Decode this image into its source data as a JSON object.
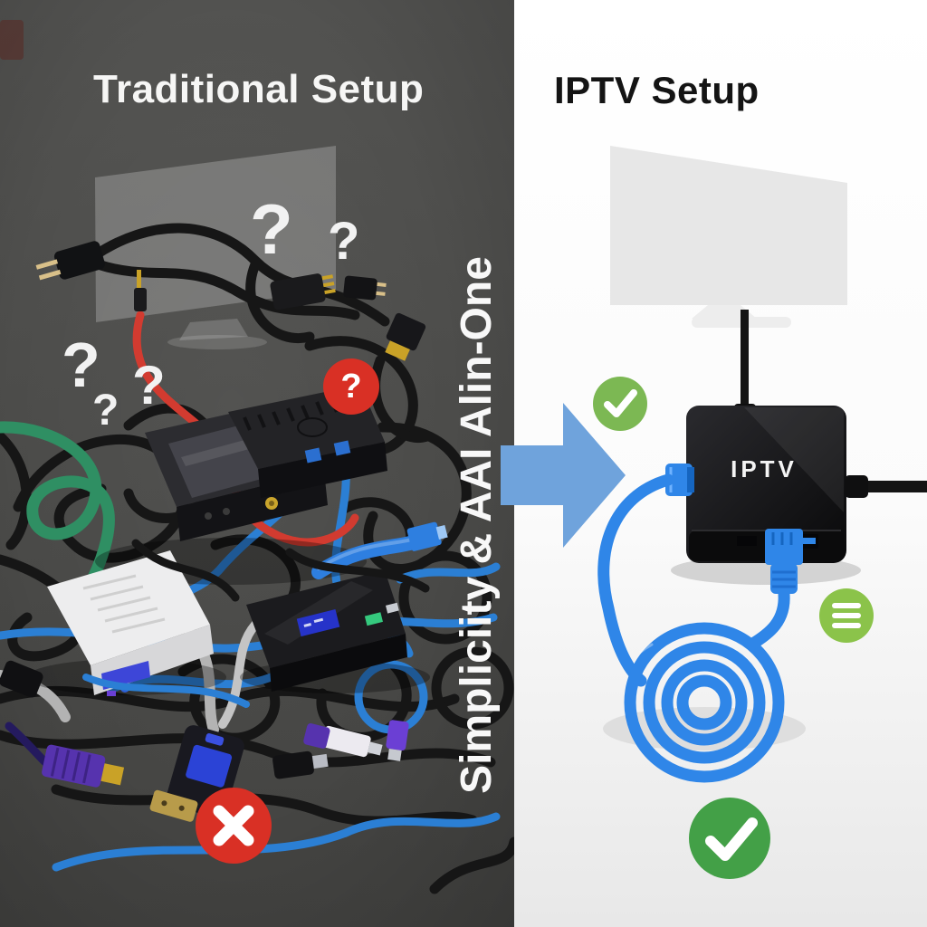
{
  "left_panel": {
    "title": "Traditional Setup",
    "qmarks": [
      "?",
      "?",
      "?",
      "?",
      "?"
    ],
    "question_badge_char": "?",
    "error_badge": {
      "icon": "x-icon",
      "color": "#d93025"
    },
    "question_badge": {
      "icon": "question-icon",
      "color": "#d93025"
    },
    "illustration": {
      "tv": "tv-silhouette",
      "devices": [
        "cable-receiver-box",
        "vented-receiver-box",
        "white-modem",
        "streaming-media-box"
      ],
      "cable_colors": {
        "black": "#161616",
        "blue": "#2b7fd4",
        "green": "#2f8f63",
        "red": "#d23b30",
        "gray": "#b3b3b3"
      }
    }
  },
  "center": {
    "vertical_label": "Simpliciity & AAI Alin-One",
    "arrow": {
      "icon": "right-arrow-icon",
      "color": "#6fa3dc"
    }
  },
  "right_panel": {
    "title": "IPTV Setup",
    "device_label": "IPTV",
    "badges": {
      "check_small": {
        "icon": "check-icon",
        "color": "#7cb853"
      },
      "menu": {
        "icon": "menu-bars-icon",
        "color": "#8bc34a"
      },
      "check_large": {
        "icon": "check-icon",
        "color": "#43a047"
      }
    },
    "cable_color": "#2f86e8",
    "sparkle": {
      "icon": "sparkle-icon",
      "color": "#fafafa"
    }
  },
  "palette": {
    "left_bg": "#4e4e4c",
    "right_bg_top": "#ffffff",
    "right_bg_bottom": "#e8e8e8",
    "gold": "#c9a227",
    "purple": "#5633ae"
  }
}
